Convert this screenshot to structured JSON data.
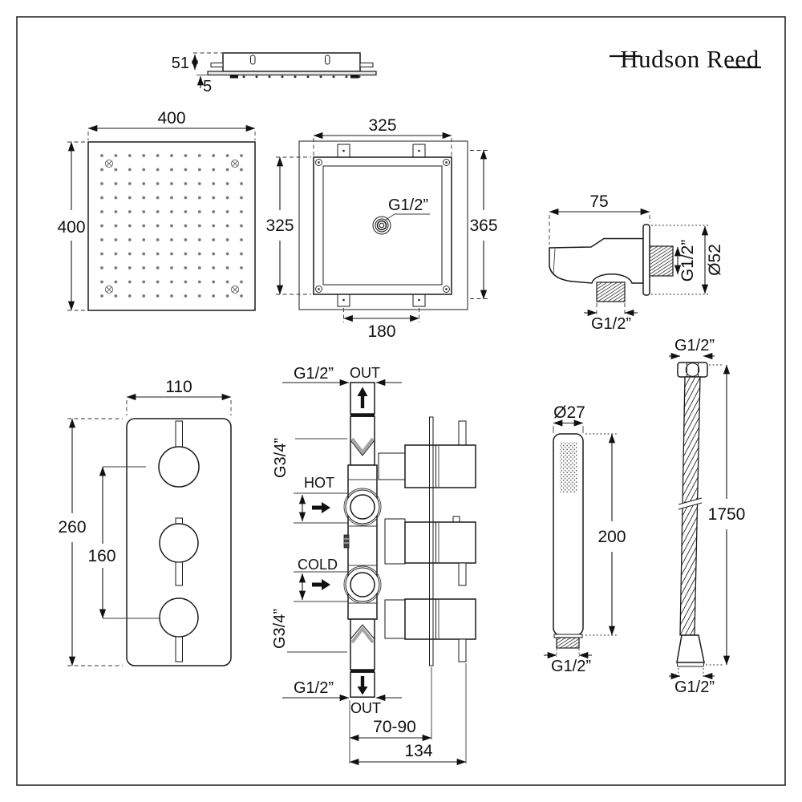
{
  "brand": {
    "name": "Hudson Reed"
  },
  "overhead_side_view": {
    "body_height": "51",
    "plate_thickness": "5"
  },
  "overhead_face_view": {
    "width": "400",
    "height": "400"
  },
  "recess_frame_view": {
    "frame_width": "325",
    "frame_height": "325",
    "outer_height": "365",
    "bracket_spacing": "180",
    "inlet_thread": "G1/2”"
  },
  "outlet_elbow_view": {
    "depth": "75",
    "wall_thread": "G1/2”",
    "flange_diameter": "Ø52",
    "handset_thread": "G1/2”"
  },
  "trim_plate_view": {
    "width": "110",
    "height": "260",
    "handle_pitch": "160"
  },
  "valve_view": {
    "top_out_thread": "G1/2”",
    "top_out_label": "OUT",
    "hot_inlet_thread": "G3/4”",
    "hot_label": "HOT",
    "cold_label": "COLD",
    "cold_inlet_thread": "G3/4”",
    "bottom_out_thread": "G1/2”",
    "bottom_out_label": "OUT",
    "recess_depth": "70-90",
    "overall_depth": "134"
  },
  "handset_view": {
    "diameter": "Ø27",
    "length": "200",
    "thread": "G1/2”"
  },
  "hose_view": {
    "top_thread": "G1/2”",
    "length": "1750",
    "bottom_thread": "G1/2”"
  }
}
